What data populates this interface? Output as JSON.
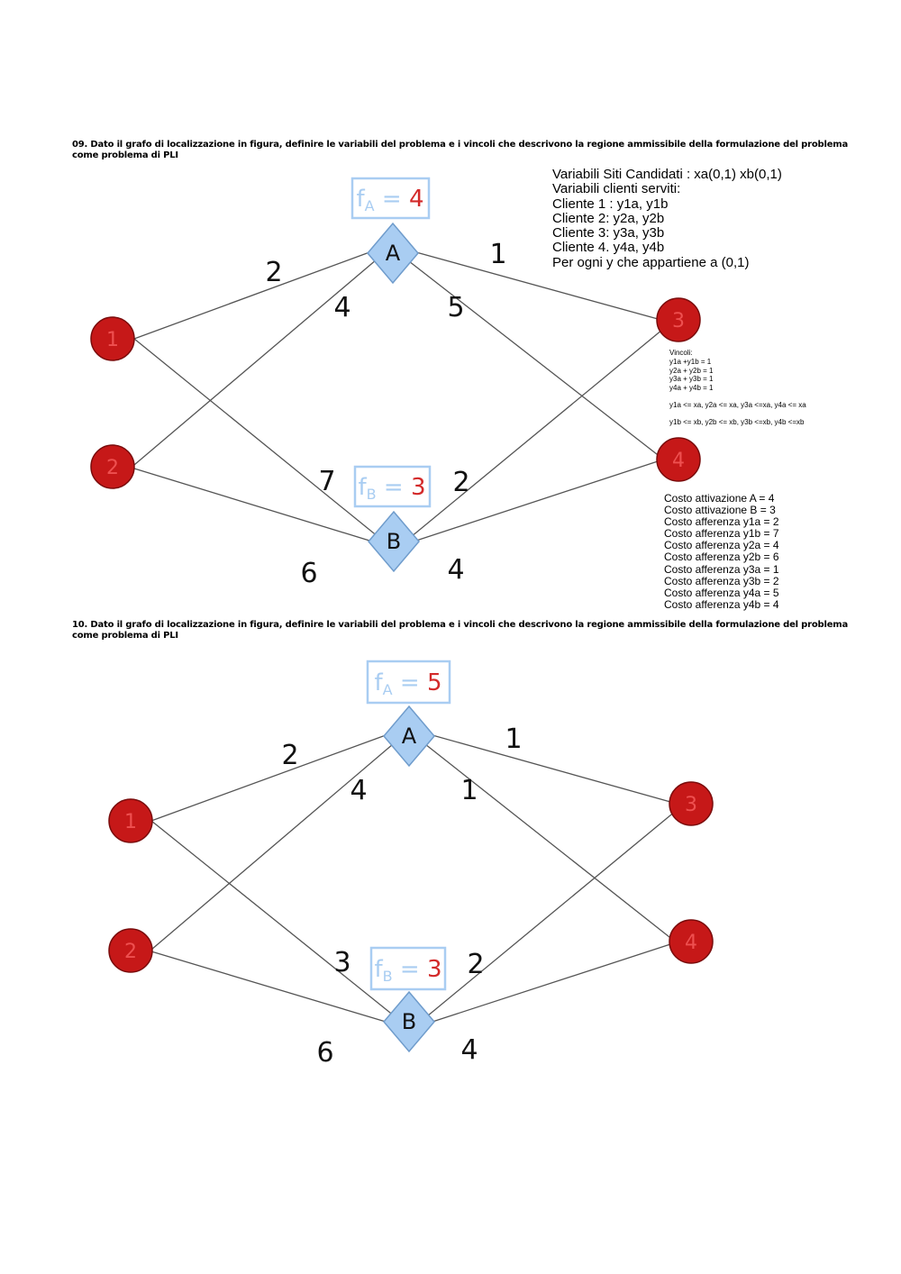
{
  "questions": [
    {
      "title_line1": "09.   Dato il grafo di localizzazione in figura, definire le variabili del problema e i vincoli che descrivono la regione ammissibile della formulazione del problema",
      "title_line2": "come problema di PLI",
      "fA_value": "4",
      "fB_value": "3",
      "weights": {
        "1A": "2",
        "2A": "4",
        "A3": "1",
        "A4": "5",
        "1B": "7",
        "2B": "6",
        "B3": "2",
        "B4": "4"
      },
      "variables": [
        "Variabili Siti Candidati : xa(0,1) xb(0,1)",
        "Variabili clienti serviti:",
        "Cliente 1 : y1a, y1b",
        "Cliente 2: y2a, y2b",
        "Cliente 3: y3a, y3b",
        "Cliente 4. y4a, y4b",
        "Per ogni y che appartiene a (0,1)"
      ],
      "vincoli_title": "Vincoli:",
      "vincoli_eq": [
        "y1a +y1b = 1",
        "y2a + y2b = 1",
        "y3a + y3b = 1",
        "y4a + y4b = 1"
      ],
      "vincoli_a": "y1a <= xa, y2a <= xa, y3a <=xa, y4a <= xa",
      "vincoli_b": "y1b <= xb, y2b <= xb, y3b <=xb, y4b <=xb",
      "costs": [
        "Costo attivazione A = 4",
        "Costo attivazione B = 3",
        "Costo afferenza y1a = 2",
        "Costo afferenza y1b = 7",
        "Costo afferenza y2a = 4",
        "Costo afferenza y2b = 6",
        "Costo afferenza y3a = 1",
        "Costo afferenza y3b = 2",
        "Costo afferenza y4a = 5",
        "Costo afferenza y4b = 4"
      ]
    },
    {
      "title_line1": "10.   Dato il grafo di localizzazione in figura, definire le variabili del problema e i vincoli che descrivono la regione ammissibile della formulazione del problema",
      "title_line2": "come problema di PLI",
      "fA_value": "5",
      "fB_value": "3",
      "weights": {
        "1A": "2",
        "2A": "4",
        "A3": "1",
        "A4": "1",
        "1B": "3",
        "2B": "6",
        "B3": "2",
        "B4": "4"
      }
    }
  ],
  "labels": {
    "f": "f",
    "fA_sub": "A",
    "fB_sub": "B",
    "equals": " = ",
    "site_A": "A",
    "site_B": "B",
    "client_1": "1",
    "client_2": "2",
    "client_3": "3",
    "client_4": "4"
  },
  "colors": {
    "client_fill": "#c61818",
    "client_label": "#ee5050",
    "site_fill": "#a9cdf2",
    "f_box_text": "#a9cdf2",
    "f_value": "#d32a2a",
    "edge": "#555555"
  }
}
